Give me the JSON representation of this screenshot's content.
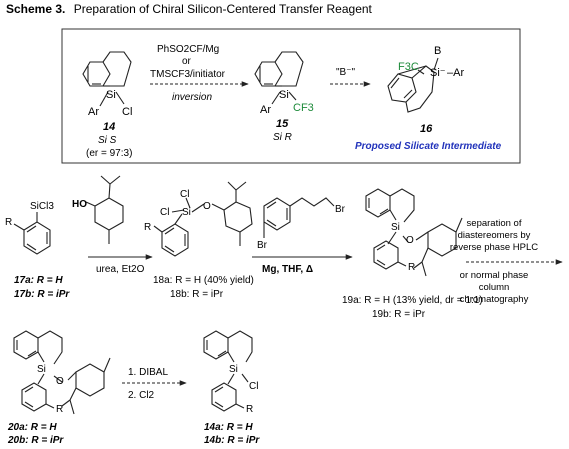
{
  "title": {
    "bold": "Scheme 3.",
    "text": "Preparation of Chiral Silicon-Centered Transfer Reagent"
  },
  "top_box": {
    "compound_14": {
      "number": "14",
      "config": "Si S",
      "er": "(er = 97:3)",
      "atoms": {
        "si": "Si",
        "ar": "Ar",
        "cl": "Cl"
      }
    },
    "reagents": {
      "line1": "PhSO2CF/Mg",
      "line2": "or",
      "line3": "TMSCF3/initiator",
      "note": "inversion"
    },
    "compound_15": {
      "number": "15",
      "config": "Si R",
      "atoms": {
        "si": "Si",
        "ar": "Ar",
        "cf3": "CF3"
      }
    },
    "step2_reagent": "\"B⁻\"",
    "compound_16": {
      "number": "16",
      "caption": "Proposed Silicate Intermediate",
      "atoms": {
        "b": "B",
        "f3c": "F3C",
        "si": "Si⁻",
        "ar": "–Ar"
      }
    }
  },
  "row2": {
    "compound_17": {
      "label_a": "17a: R = H",
      "label_b": "17b: R = iPr",
      "atoms": {
        "sicl3": "SiCl3",
        "r": "R"
      }
    },
    "menthol_atoms": {
      "ho": "HO"
    },
    "step1_reagents": "urea, Et2O",
    "compound_18": {
      "label_a": "18a: R = H (40% yield)",
      "label_b": "18b: R = iPr",
      "atoms": {
        "cl_top": "Cl",
        "cl_left": "Cl",
        "si": "Si",
        "o": "O",
        "r": "R"
      }
    },
    "bromide_atoms": {
      "br_ring": "Br",
      "br_chain": "Br"
    },
    "step2_reagents": "Mg, THF, Δ",
    "compound_19": {
      "label_a": "19a: R = H (13% yield, dr = 1:1)",
      "label_b": "19b: R = iPr",
      "atoms": {
        "si": "Si",
        "o": "O",
        "r": "R"
      }
    },
    "separation": [
      "separation of",
      "diastereomers by",
      "reverse phase HPLC",
      "or normal phase",
      "column",
      "chromatography"
    ]
  },
  "row3": {
    "compound_20": {
      "label_a": "20a: R = H",
      "label_b": "20b: R = iPr",
      "atoms": {
        "si": "Si",
        "o": "O",
        "r": "R"
      }
    },
    "reagents": {
      "line1": "1. DIBAL",
      "line2": "2. Cl2"
    },
    "compound_14": {
      "label_a": "14a: R = H",
      "label_b": "14b: R = iPr",
      "atoms": {
        "si": "Si",
        "cl": "Cl",
        "r": "R"
      }
    }
  },
  "colors": {
    "caption_blue": "#2233bb",
    "cf3_green": "#1d8a3a",
    "ink": "#222222"
  }
}
